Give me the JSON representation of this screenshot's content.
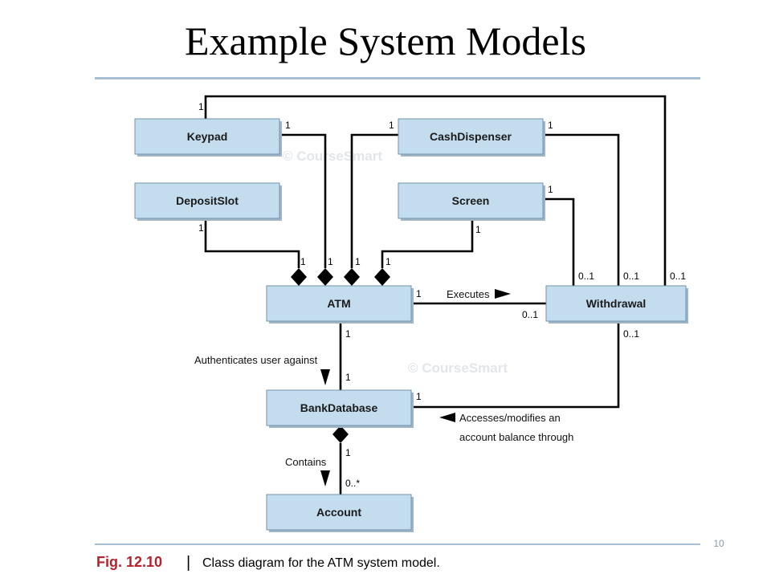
{
  "slide": {
    "title": "Example System Models",
    "page_number": "10"
  },
  "diagram": {
    "classes": {
      "keypad": "Keypad",
      "deposit_slot": "DepositSlot",
      "cash_dispenser": "CashDispenser",
      "screen": "Screen",
      "atm": "ATM",
      "withdrawal": "Withdrawal",
      "bank_database": "BankDatabase",
      "account": "Account"
    },
    "associations": {
      "executes": "Executes",
      "authenticates": "Authenticates user against",
      "accesses_line1": "Accesses/modifies an",
      "accesses_line2": "account balance through",
      "contains": "Contains"
    },
    "multiplicities": {
      "one": "1",
      "zero_or_one": "0..1",
      "zero_or_many": "0..*"
    },
    "watermark": "© CourseSmart"
  },
  "caption": {
    "figure_number": "Fig. 12.10",
    "separator": "|",
    "text": "Class diagram for the ATM system model."
  }
}
